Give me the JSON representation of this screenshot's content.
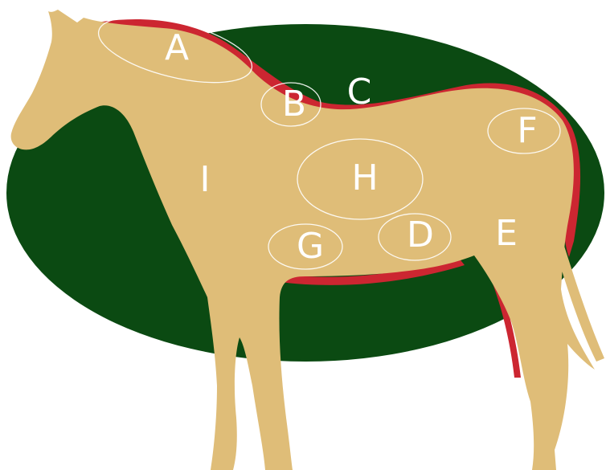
{
  "colors": {
    "background_ellipse": "#0b4a12",
    "horse_body": "#dfbd78",
    "topline_highlight": "#cc2631",
    "label_text": "#ffffff",
    "zone_outline": "#ffffff"
  },
  "regions": [
    {
      "id": "A",
      "label": "A"
    },
    {
      "id": "B",
      "label": "B"
    },
    {
      "id": "C",
      "label": "C"
    },
    {
      "id": "D",
      "label": "D"
    },
    {
      "id": "E",
      "label": "E"
    },
    {
      "id": "F",
      "label": "F"
    },
    {
      "id": "G",
      "label": "G"
    },
    {
      "id": "H",
      "label": "H"
    },
    {
      "id": "I",
      "label": "I"
    }
  ]
}
